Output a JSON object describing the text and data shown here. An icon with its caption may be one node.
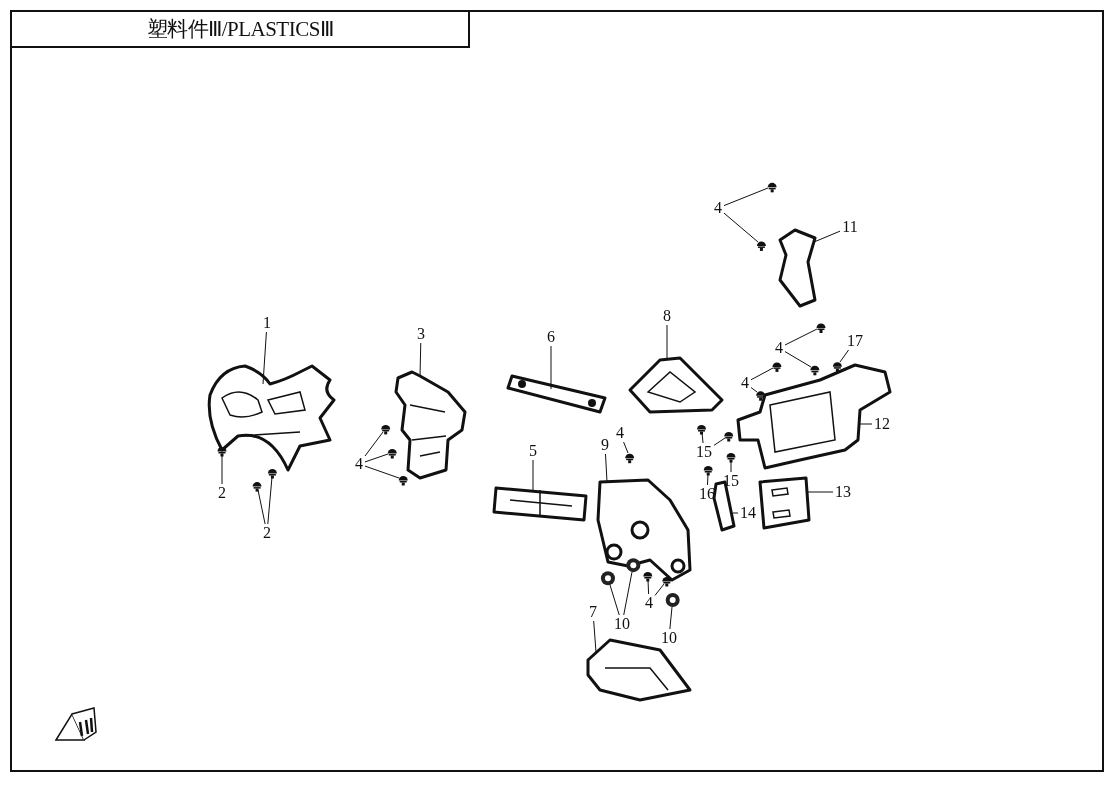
{
  "diagram": {
    "title": "塑料件Ⅲ/PLASTICSⅢ",
    "nodes": [
      {
        "text": [
          "1"
        ]
      },
      {
        "text": [
          "2"
        ]
      },
      {
        "text": [
          "2"
        ]
      },
      {
        "text": [
          "3"
        ]
      },
      {
        "text": [
          "4"
        ]
      },
      {
        "text": [
          "6"
        ]
      },
      {
        "text": [
          "8"
        ]
      },
      {
        "text": [
          "5"
        ]
      },
      {
        "text": [
          "9"
        ]
      },
      {
        "text": [
          "4"
        ]
      },
      {
        "text": [
          "7"
        ]
      },
      {
        "text": [
          "10"
        ]
      },
      {
        "text": [
          "4"
        ]
      },
      {
        "text": [
          "10"
        ]
      },
      {
        "text": [
          "4"
        ]
      },
      {
        "text": [
          "11"
        ]
      },
      {
        "text": [
          "4"
        ]
      },
      {
        "text": [
          "17"
        ]
      },
      {
        "text": [
          "4"
        ]
      },
      {
        "text": [
          "12"
        ]
      },
      {
        "text": [
          "15"
        ]
      },
      {
        "text": [
          "15"
        ]
      },
      {
        "text": [
          "16"
        ]
      },
      {
        "text": [
          "13"
        ]
      },
      {
        "text": [
          "14"
        ]
      },
      {
        "text": [],
        "shape": "picture"
      },
      {
        "text": [],
        "shape": "picture"
      },
      {
        "text": [],
        "shape": "picture"
      },
      {
        "text": [],
        "shape": "picture"
      },
      {
        "text": [],
        "shape": "picture"
      },
      {
        "text": [],
        "shape": "picture"
      },
      {
        "text": [],
        "shape": "picture"
      },
      {
        "text": [],
        "shape": "picture"
      },
      {
        "text": [],
        "shape": "picture"
      },
      {
        "text": [],
        "shape": "picture"
      },
      {
        "text": [],
        "shape": "picture"
      },
      {
        "text": [],
        "shape": "picture"
      },
      {
        "text": [],
        "shape": "picture"
      },
      {
        "text": [],
        "shape": "picture"
      },
      {
        "text": [],
        "shape": "picture"
      },
      {
        "text": [],
        "shape": "picture"
      },
      {
        "text": [],
        "shape": "picture"
      },
      {
        "text": [],
        "shape": "picture"
      },
      {
        "text": [],
        "shape": "picture"
      },
      {
        "text": [],
        "shape": "picture"
      },
      {
        "text": [],
        "shape": "picture"
      },
      {
        "text": [],
        "shape": "picture"
      },
      {
        "text": [],
        "shape": "picture"
      },
      {
        "text": [],
        "shape": "picture"
      },
      {
        "text": [],
        "shape": "picture"
      },
      {
        "text": [],
        "shape": "picture"
      },
      {
        "text": [],
        "shape": "picture"
      },
      {
        "text": [],
        "shape": "picture"
      },
      {
        "text": [],
        "shape": "picture"
      },
      {
        "text": [],
        "shape": "picture"
      },
      {
        "text": [],
        "shape": "picture"
      },
      {
        "text": [],
        "shape": "picture"
      },
      {
        "text": [],
        "shape": "picture"
      },
      {
        "text": [],
        "shape": "picture"
      }
    ],
    "edges": [
      {
        "from": 0,
        "to": 25,
        "arrow": "none"
      },
      {
        "from": 1,
        "to": 26,
        "arrow": "none"
      },
      {
        "from": 2,
        "to": 27,
        "arrow": "none"
      },
      {
        "from": 2,
        "to": 28,
        "arrow": "none"
      },
      {
        "from": 3,
        "to": 29,
        "arrow": "none"
      },
      {
        "from": 4,
        "to": 30,
        "arrow": "none"
      },
      {
        "from": 4,
        "to": 31,
        "arrow": "none"
      },
      {
        "from": 4,
        "to": 32,
        "arrow": "none"
      },
      {
        "from": 5,
        "to": 33,
        "arrow": "none"
      },
      {
        "from": 6,
        "to": 34,
        "arrow": "none"
      },
      {
        "from": 7,
        "to": 35,
        "arrow": "none"
      },
      {
        "from": 8,
        "to": 36,
        "arrow": "none"
      },
      {
        "from": 9,
        "to": 37,
        "arrow": "none"
      },
      {
        "from": 10,
        "to": 38,
        "arrow": "none"
      },
      {
        "from": 11,
        "to": 39,
        "arrow": "none"
      },
      {
        "from": 11,
        "to": 40,
        "arrow": "none"
      },
      {
        "from": 12,
        "to": 41,
        "arrow": "none"
      },
      {
        "from": 12,
        "to": 42,
        "arrow": "none"
      },
      {
        "from": 13,
        "to": 43,
        "arrow": "none"
      },
      {
        "from": 14,
        "to": 44,
        "arrow": "none"
      },
      {
        "from": 14,
        "to": 45,
        "arrow": "none"
      },
      {
        "from": 15,
        "to": 46,
        "arrow": "none"
      },
      {
        "from": 16,
        "to": 47,
        "arrow": "none"
      },
      {
        "from": 16,
        "to": 48,
        "arrow": "none"
      },
      {
        "from": 17,
        "to": 49,
        "arrow": "none"
      },
      {
        "from": 18,
        "to": 50,
        "arrow": "none"
      },
      {
        "from": 18,
        "to": 51,
        "arrow": "none"
      },
      {
        "from": 19,
        "to": 52,
        "arrow": "none"
      },
      {
        "from": 20,
        "to": 53,
        "arrow": "none"
      },
      {
        "from": 20,
        "to": 54,
        "arrow": "none"
      },
      {
        "from": 21,
        "to": 55,
        "arrow": "none"
      },
      {
        "from": 22,
        "to": 56,
        "arrow": "none"
      },
      {
        "from": 23,
        "to": 57,
        "arrow": "none"
      },
      {
        "from": 24,
        "to": 58,
        "arrow": "none"
      }
    ]
  }
}
